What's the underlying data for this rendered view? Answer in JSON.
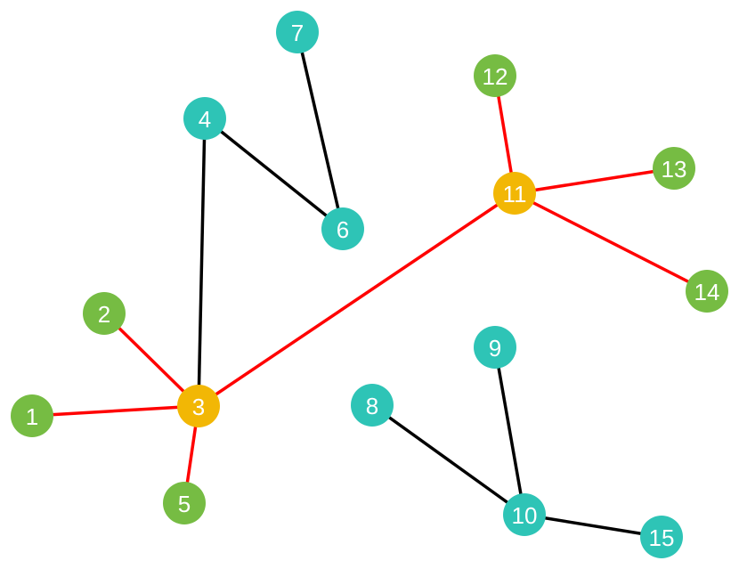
{
  "colors": {
    "teal": "#2ec4b6",
    "green": "#76bc43",
    "gold": "#f2b705",
    "red": "#ff0000",
    "black": "#000000"
  },
  "nodes": [
    {
      "id": "1",
      "label": "1",
      "color": "green"
    },
    {
      "id": "2",
      "label": "2",
      "color": "green"
    },
    {
      "id": "3",
      "label": "3",
      "color": "gold"
    },
    {
      "id": "4",
      "label": "4",
      "color": "teal"
    },
    {
      "id": "5",
      "label": "5",
      "color": "green"
    },
    {
      "id": "6",
      "label": "6",
      "color": "teal"
    },
    {
      "id": "7",
      "label": "7",
      "color": "teal"
    },
    {
      "id": "8",
      "label": "8",
      "color": "teal"
    },
    {
      "id": "9",
      "label": "9",
      "color": "teal"
    },
    {
      "id": "10",
      "label": "10",
      "color": "teal"
    },
    {
      "id": "11",
      "label": "11",
      "color": "gold"
    },
    {
      "id": "12",
      "label": "12",
      "color": "green"
    },
    {
      "id": "13",
      "label": "13",
      "color": "green"
    },
    {
      "id": "14",
      "label": "14",
      "color": "green"
    },
    {
      "id": "15",
      "label": "15",
      "color": "teal"
    }
  ],
  "edges": [
    {
      "from": "1",
      "to": "3",
      "color": "red"
    },
    {
      "from": "2",
      "to": "3",
      "color": "red"
    },
    {
      "from": "5",
      "to": "3",
      "color": "red"
    },
    {
      "from": "3",
      "to": "4",
      "color": "black"
    },
    {
      "from": "4",
      "to": "6",
      "color": "black"
    },
    {
      "from": "7",
      "to": "6",
      "color": "black"
    },
    {
      "from": "3",
      "to": "11",
      "color": "red"
    },
    {
      "from": "12",
      "to": "11",
      "color": "red"
    },
    {
      "from": "13",
      "to": "11",
      "color": "red"
    },
    {
      "from": "14",
      "to": "11",
      "color": "red"
    },
    {
      "from": "8",
      "to": "10",
      "color": "black"
    },
    {
      "from": "9",
      "to": "10",
      "color": "black"
    },
    {
      "from": "10",
      "to": "15",
      "color": "black"
    }
  ]
}
